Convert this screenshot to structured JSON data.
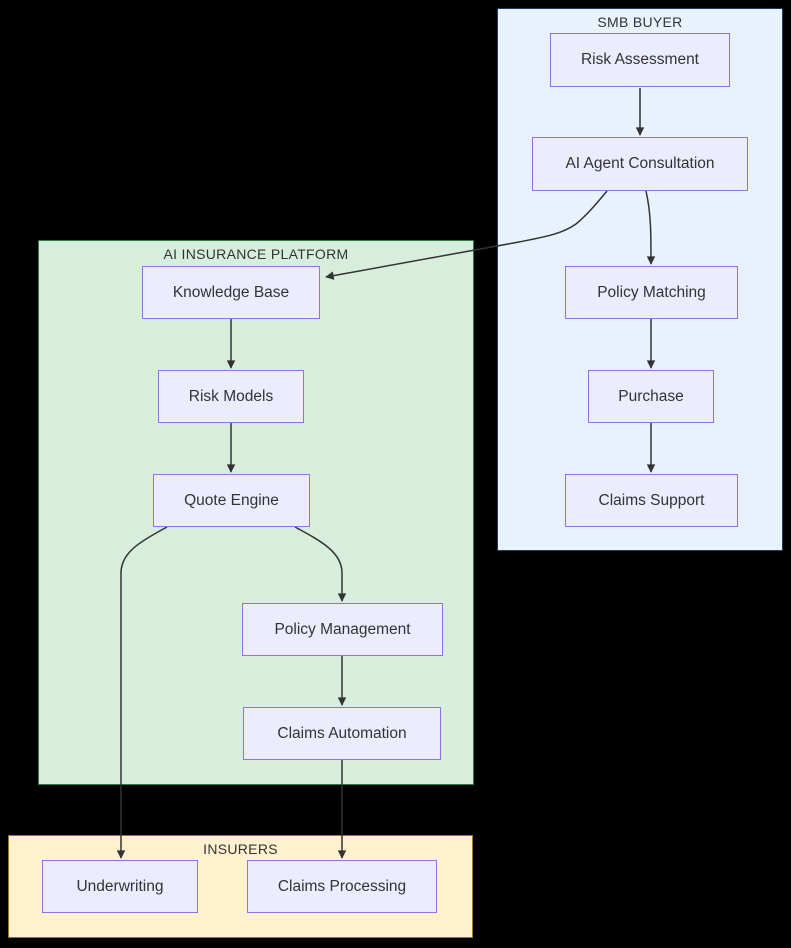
{
  "background": "#000000",
  "node_style": {
    "fill": "#ECECFF",
    "border": "#9370DB",
    "text": "#333333"
  },
  "edge_style": {
    "stroke": "#333333"
  },
  "containers": {
    "smb_buyer": {
      "title": "SMB BUYER",
      "fill": "#e7f2fc",
      "border": "#1b3a5c"
    },
    "ai_insurance_platform": {
      "title": "AI INSURANCE PLATFORM",
      "fill": "#d8eedd",
      "border": "#2f7a45"
    },
    "insurers": {
      "title": "INSURERS",
      "fill": "#fdf2cd",
      "border": "#97771f"
    }
  },
  "nodes": {
    "risk_assessment": {
      "label": "Risk Assessment",
      "container": "smb_buyer"
    },
    "ai_agent_consultation": {
      "label": "AI Agent Consultation",
      "container": "smb_buyer"
    },
    "policy_matching": {
      "label": "Policy Matching",
      "container": "smb_buyer"
    },
    "purchase": {
      "label": "Purchase",
      "container": "smb_buyer"
    },
    "claims_support": {
      "label": "Claims Support",
      "container": "smb_buyer"
    },
    "knowledge_base": {
      "label": "Knowledge Base",
      "container": "ai_insurance_platform"
    },
    "risk_models": {
      "label": "Risk Models",
      "container": "ai_insurance_platform"
    },
    "quote_engine": {
      "label": "Quote Engine",
      "container": "ai_insurance_platform"
    },
    "policy_management": {
      "label": "Policy Management",
      "container": "ai_insurance_platform"
    },
    "claims_automation": {
      "label": "Claims Automation",
      "container": "ai_insurance_platform"
    },
    "underwriting": {
      "label": "Underwriting",
      "container": "insurers"
    },
    "claims_processing": {
      "label": "Claims Processing",
      "container": "insurers"
    }
  },
  "edges": [
    {
      "from": "risk_assessment",
      "to": "ai_agent_consultation"
    },
    {
      "from": "ai_agent_consultation",
      "to": "knowledge_base"
    },
    {
      "from": "ai_agent_consultation",
      "to": "policy_matching"
    },
    {
      "from": "policy_matching",
      "to": "purchase"
    },
    {
      "from": "purchase",
      "to": "claims_support"
    },
    {
      "from": "knowledge_base",
      "to": "risk_models"
    },
    {
      "from": "risk_models",
      "to": "quote_engine"
    },
    {
      "from": "quote_engine",
      "to": "underwriting"
    },
    {
      "from": "quote_engine",
      "to": "policy_management"
    },
    {
      "from": "policy_management",
      "to": "claims_automation"
    },
    {
      "from": "claims_automation",
      "to": "claims_processing"
    }
  ]
}
